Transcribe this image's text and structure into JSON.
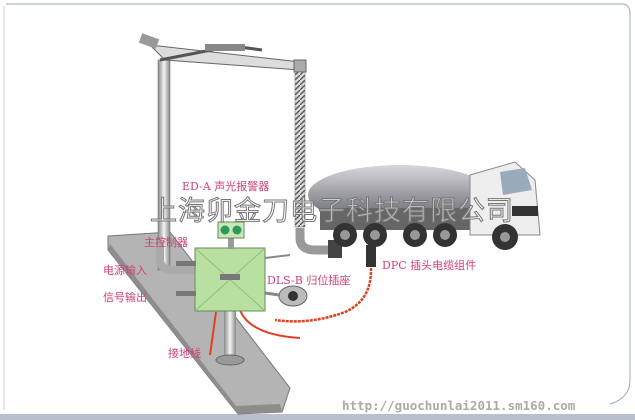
{
  "labels": {
    "alarm": "ED-A 声光报警器",
    "controller": "主控制器",
    "power_in": "电源输入",
    "signal_out": "信号输出",
    "ground": "接地线",
    "socket": "DLS-B 归位插座",
    "plug": "DPC 插头电缆组件"
  },
  "watermark": "上海卯金刀电子科技有限公司",
  "url": "http://guochunlai2011.sm160.com",
  "colors": {
    "label": "#d0407a",
    "box": "#b8e0a0",
    "cable": "#e04020"
  }
}
